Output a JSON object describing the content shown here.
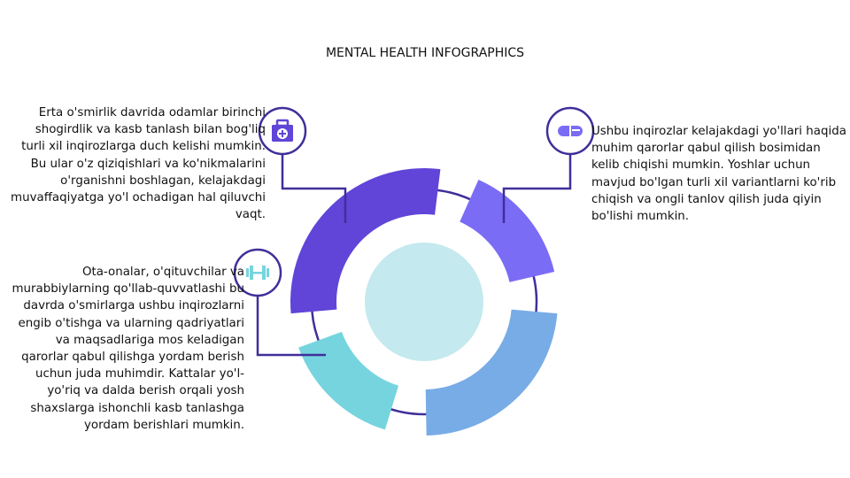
{
  "title": "MENTAL HEALTH INFOGRAPHICS",
  "blocks": [
    {
      "text": "Erta o'smirlik davrida odamlar birinchi shogirdlik va kasb tanlash bilan bog'liq turli xil inqirozlarga duch kelishi mumkin. Bu ular o'z qiziqishlari va ko'nikmalarini o'rganishni boshlagan, kelajakdagi muvaffaqiyatga yo'l ochadigan hal qiluvchi vaqt.",
      "icon": "medical-kit-icon"
    },
    {
      "text": "Ota-onalar, o'qituvchilar va murabbiylarning qo'llab-quvvatlashi bu davrda o'smirlarga ushbu inqirozlarni engib o'tishga va ularning qadriyatlari va maqsadlariga mos keladigan qarorlar qabul qilishga yordam berish uchun juda muhimdir. Kattalar yo'l-yo'riq va dalda berish orqali yosh shaxslarga ishonchli kasb tanlashga yordam berishlari mumkin.",
      "icon": "dumbbell-icon"
    },
    {
      "text": "Ushbu inqirozlar kelajakdagi yo'llari haqida muhim qarorlar qabul qilish bosimidan kelib chiqishi mumkin. Yoshlar uchun mavjud bo'lgan turli xil variantlarni ko'rib chiqish va ongli tanlov qilish juda qiyin bo'lishi mumkin.",
      "icon": "pill-icon"
    }
  ],
  "colors": {
    "segment_dark_purple": "#6045d8",
    "segment_light_purple": "#7b6cf6",
    "segment_blue": "#78ace6",
    "segment_cyan": "#76d4de",
    "center": "#c4e9ee",
    "line": "#3f2f9a",
    "icon_purple": "#6045d8",
    "icon_cyan": "#76d4de"
  }
}
